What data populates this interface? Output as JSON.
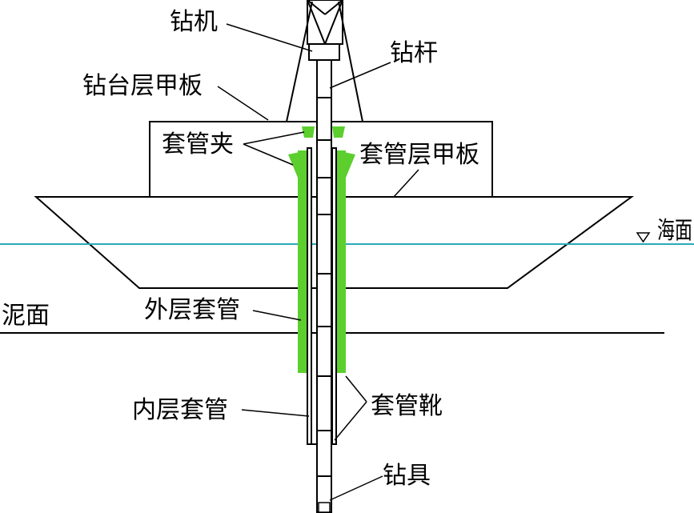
{
  "labels": {
    "drill_rig": "钻机",
    "drill_pipe": "钻杆",
    "drill_floor_deck": "钻台层甲板",
    "casing_clamp": "套管夹",
    "casing_deck": "套管层甲板",
    "sea_surface": "海面",
    "mudline": "泥面",
    "outer_casing": "外层套管",
    "inner_casing": "内层套管",
    "casing_shoe": "套管靴",
    "drilling_tool": "钻具"
  },
  "colors": {
    "sea_line": "#2aa9b8",
    "outer_casing_fill": "#5ccf2e",
    "stroke": "#000000"
  }
}
